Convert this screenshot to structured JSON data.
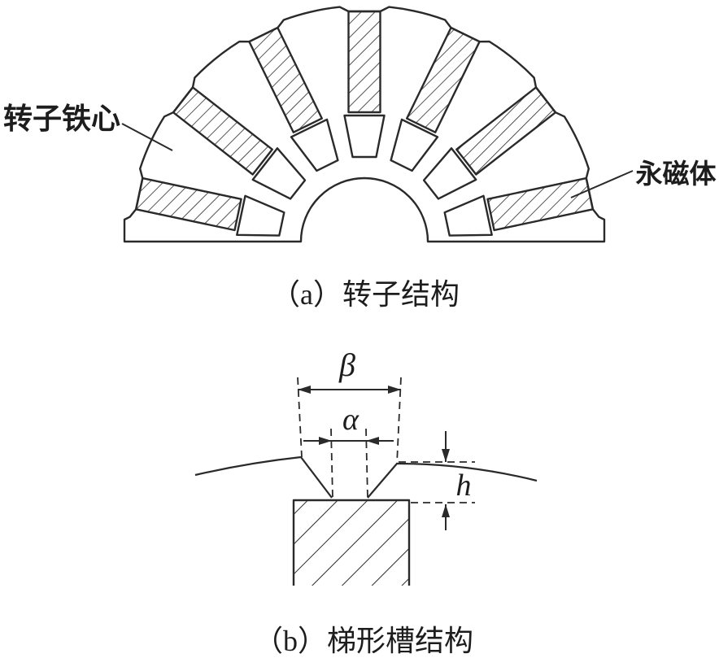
{
  "page": {
    "background": "#ffffff",
    "ink": "#2a2a2a"
  },
  "panel_a": {
    "caption": "（a）转子结构",
    "label_rotor_core": "转子铁心",
    "label_magnet": "永磁体",
    "magnet_count": 7
  },
  "panel_b": {
    "caption": "（b）梯形槽结构",
    "dim_slot_opening_top": "β",
    "dim_slot_opening_bottom": "α",
    "dim_slot_depth": "h"
  }
}
